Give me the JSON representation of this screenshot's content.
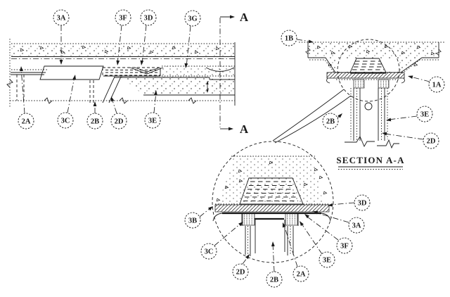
{
  "colors": {
    "background": "#ffffff",
    "ink": "#1b1b1b"
  },
  "cut_letters": {
    "top": "A",
    "bottom": "A"
  },
  "views": {
    "plan": {
      "callouts_top": [
        "3A",
        "3F",
        "3D",
        "3G"
      ],
      "callouts_bottom": [
        "2A",
        "3C",
        "2B",
        "2D",
        "3E"
      ]
    },
    "section": {
      "title": "SECTION A-A",
      "callouts": [
        "1B",
        "1A",
        "2B",
        "3E",
        "2D"
      ]
    },
    "detail": {
      "callouts": [
        "3B",
        "3C",
        "2D",
        "2B",
        "2A",
        "3E",
        "3F",
        "3A",
        "3D"
      ]
    }
  }
}
